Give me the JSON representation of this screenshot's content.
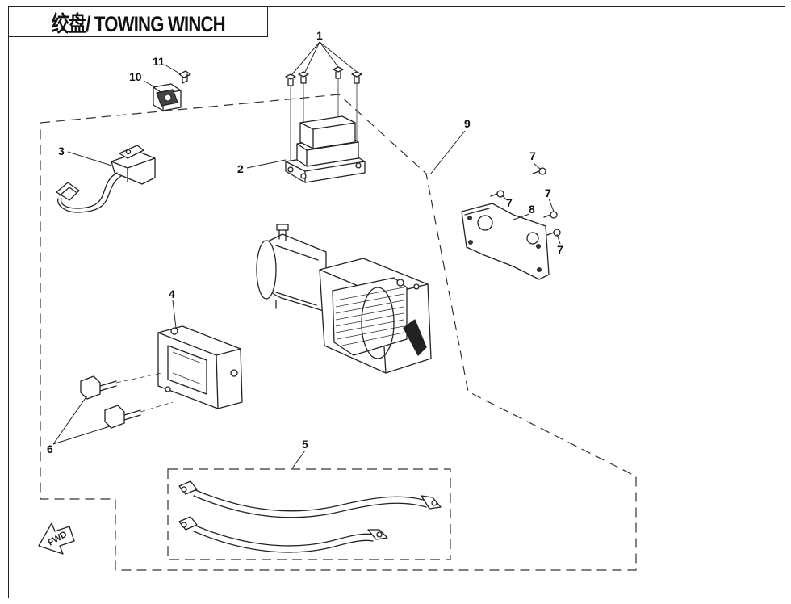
{
  "title": "绞盘/ TOWING WINCH",
  "callouts": {
    "c1": "1",
    "c2": "2",
    "c3": "3",
    "c4": "4",
    "c5": "5",
    "c6": "6",
    "c7a": "7",
    "c7b": "7",
    "c7c": "7",
    "c7d": "7",
    "c8": "8",
    "c9": "9",
    "c10": "10",
    "c11": "11"
  },
  "forward_arrow": {
    "label": "FWD"
  }
}
